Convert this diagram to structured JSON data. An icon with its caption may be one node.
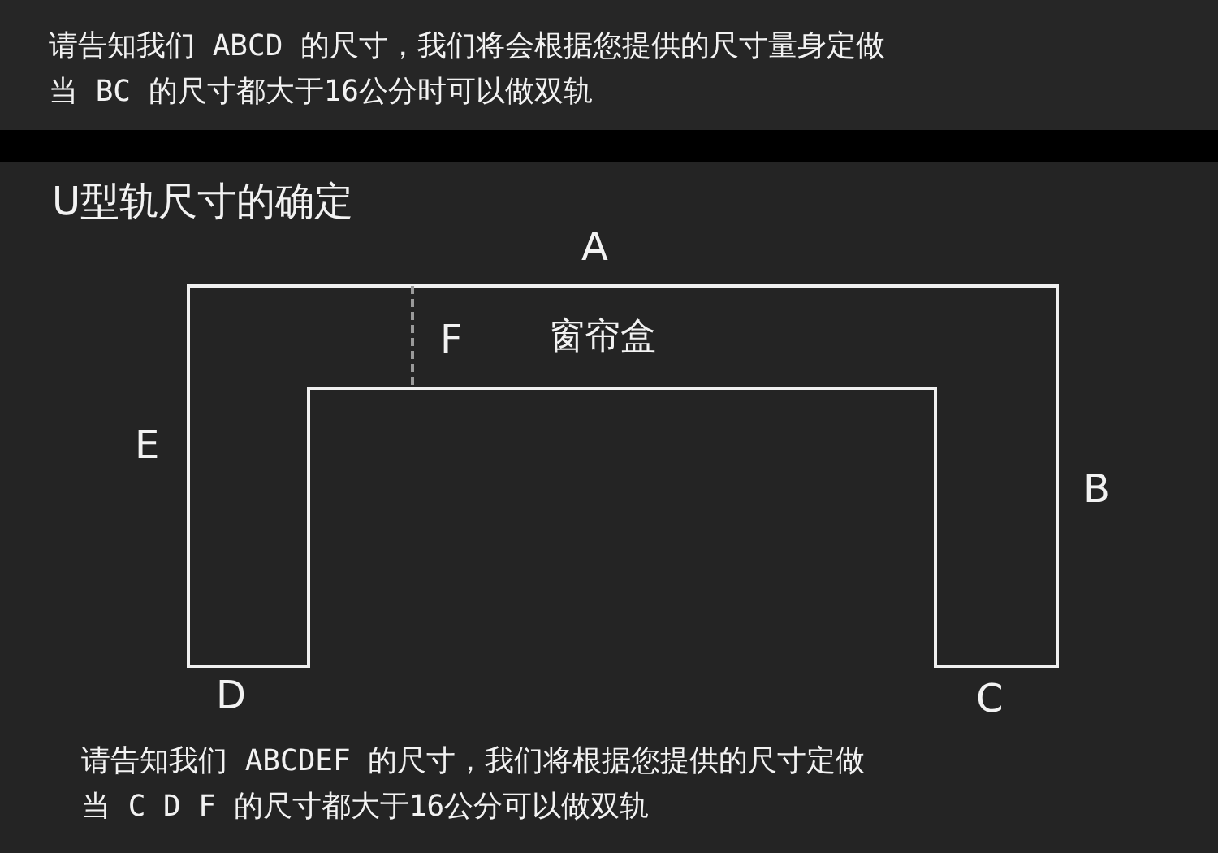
{
  "diagram": {
    "title": "U型轨尺寸的确定",
    "nodes": [
      {
        "text": [
          "窗帘盒"
        ]
      }
    ],
    "labels": [
      "请告知我们 ABCD 的尺寸，我们将会根据您提供的尺寸量身定做",
      "当 BC 的尺寸都大于16公分时可以做双轨",
      "A",
      "F",
      "E",
      "B",
      "D",
      "C",
      "请告知我们 ABCDEF 的尺寸，我们将根据您提供的尺寸定做",
      "当 C D F 的尺寸都大于16公分可以做双轨"
    ]
  }
}
